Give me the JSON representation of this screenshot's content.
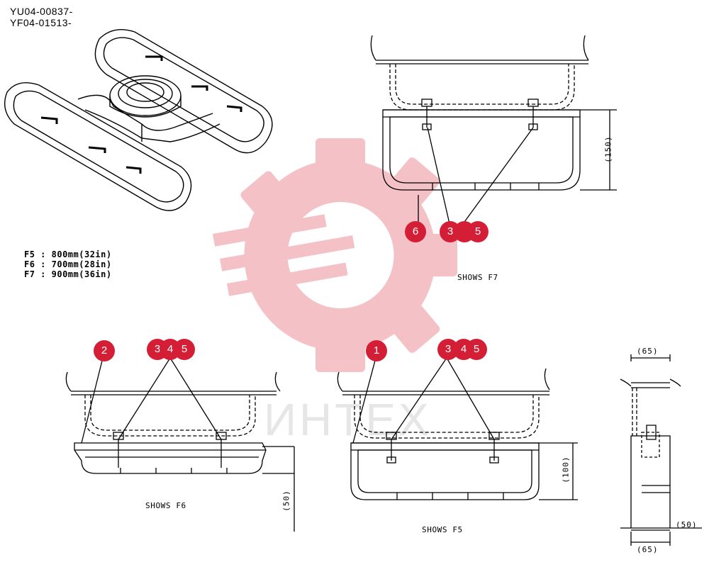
{
  "part_codes": [
    "YU04-00837-",
    "YF04-01513-"
  ],
  "specs": [
    {
      "label": "F5 :  800mm(32in)"
    },
    {
      "label": "F6 :  700mm(28in)"
    },
    {
      "label": "F7 :  900mm(36in)"
    }
  ],
  "captions": {
    "f7": "SHOWS F7",
    "f6": "SHOWS F6",
    "f5": "SHOWS F5"
  },
  "dimensions": {
    "f7_height": "(150)",
    "f6_height": "(50)",
    "f5_height": "(100)",
    "side_top": "(65)",
    "side_bottom": "(65)",
    "side_right": "(50)"
  },
  "watermark": "ИНТЕХ",
  "callouts": {
    "f7": [
      "6",
      "3",
      "5"
    ],
    "f6": [
      "2",
      "3",
      "4",
      "5"
    ],
    "f5": [
      "1",
      "3",
      "4",
      "5"
    ]
  },
  "colors": {
    "badge": "#d41e35",
    "watermark_gear": "#f3b7bd",
    "line": "#000000"
  }
}
